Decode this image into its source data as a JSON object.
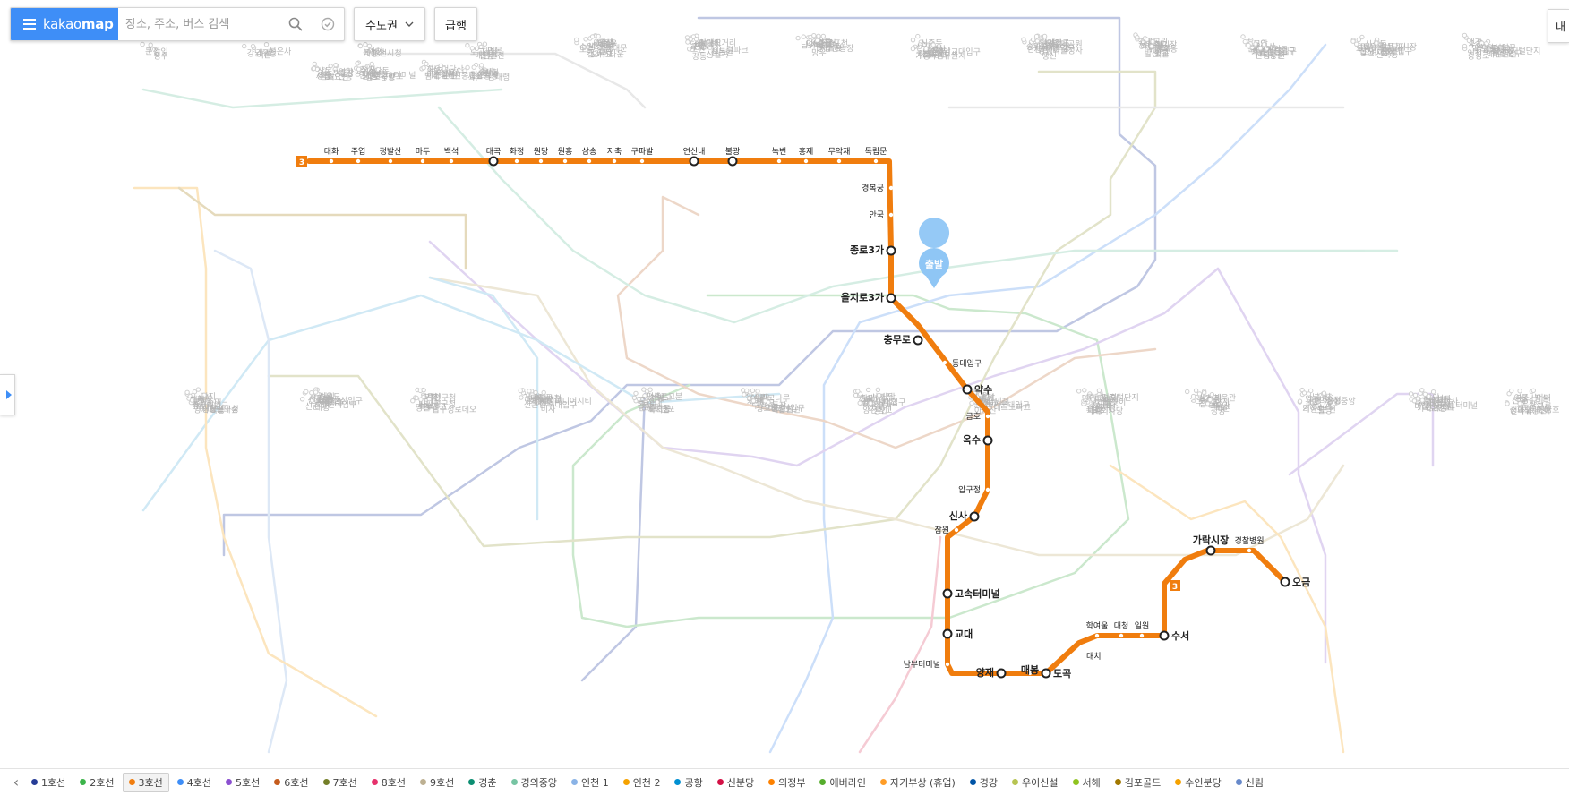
{
  "header": {
    "brand_name": "kakaomap",
    "search_placeholder": "장소, 주소, 버스 검색",
    "region_label": "수도권",
    "express_label": "급행",
    "right_tab_label": "내"
  },
  "colors": {
    "line3": "#f07d0e",
    "brand": "#3e8ef7"
  },
  "map": {
    "you_are_here_label": "출발",
    "line3_badge": "3",
    "line3_stations": [
      "대화",
      "주엽",
      "정발산",
      "마두",
      "백석",
      "대곡",
      "화정",
      "원당",
      "원흥",
      "삼송",
      "지축",
      "구파발",
      "연신내",
      "불광",
      "녹번",
      "홍제",
      "무악재",
      "독립문",
      "경복궁",
      "안국",
      "종로3가",
      "을지로3가",
      "충무로",
      "동대입구",
      "약수",
      "금호",
      "옥수",
      "압구정",
      "신사",
      "잠원",
      "고속터미널",
      "교대",
      "남부터미널",
      "양재",
      "매봉",
      "도곡",
      "대치",
      "학여울",
      "대청",
      "일원",
      "수서",
      "가락시장",
      "경찰병원",
      "오금"
    ],
    "other_labels": [
      "소요산",
      "동두천",
      "도봉산",
      "의정부",
      "회룡",
      "노원",
      "상계",
      "당고개",
      "창동",
      "쌍문",
      "수유",
      "미아",
      "길음",
      "성신여대입구",
      "한성대입구",
      "혜화",
      "동대문",
      "종로5가",
      "신설동",
      "제기동",
      "청량리",
      "회기",
      "중랑",
      "상봉",
      "망우",
      "구리",
      "도농",
      "양정",
      "덕소",
      "팔당",
      "운길산",
      "석계",
      "태릉입구",
      "화랑대",
      "봉화산",
      "신내",
      "먹골",
      "중화",
      "면목",
      "사가정",
      "용마산",
      "중곡",
      "군자",
      "아차산",
      "광나루",
      "천호",
      "강동",
      "길동",
      "굽은다리",
      "명일",
      "고덕",
      "상일동",
      "강일",
      "미사",
      "하남풍산",
      "하남시청",
      "하남검단산",
      "둔촌동",
      "올림픽공원",
      "방이",
      "개롱",
      "거여",
      "마천",
      "잠실",
      "석촌",
      "송파",
      "문정",
      "장지",
      "복정",
      "남위례",
      "산성",
      "남한산성입구",
      "단대오거리",
      "신흥",
      "수진",
      "모란",
      "종합운동장",
      "삼성",
      "선릉",
      "역삼",
      "강남",
      "신논현",
      "논현",
      "반포",
      "사평",
      "신반포",
      "구반포",
      "동작",
      "흑석",
      "노량진",
      "대방",
      "신길",
      "여의도",
      "영등포구청",
      "당산",
      "합정",
      "홍대입구",
      "신촌",
      "이대",
      "아현",
      "충정로",
      "시청",
      "서울역",
      "회현",
      "명동",
      "숙대입구",
      "삼각지",
      "용산",
      "이촌",
      "서빙고",
      "한남",
      "옥수",
      "응봉",
      "왕십리",
      "행당",
      "신금호",
      "청구",
      "신당",
      "동묘앞",
      "창신",
      "보문",
      "안암",
      "고려대",
      "월곡",
      "상월곡",
      "돌곶이",
      "태릉입구",
      "공덕",
      "마포",
      "애오개",
      "효창공원앞",
      "디지털미디어시티",
      "가좌",
      "수색",
      "화전",
      "강매",
      "행신",
      "능곡",
      "김포공항",
      "마곡나루",
      "발산",
      "우장산",
      "화곡",
      "까치산",
      "신정",
      "목동",
      "오목교",
      "양평",
      "영등포시장",
      "신도림",
      "구로",
      "대림",
      "가산디지털단지",
      "금천구청",
      "독산",
      "석수",
      "관악",
      "안양",
      "명학",
      "금정",
      "범계",
      "평촌",
      "인덕원",
      "정부과천청사",
      "과천",
      "대공원",
      "경마공원",
      "선바위",
      "남태령",
      "사당",
      "이수",
      "총신대입구",
      "낙성대",
      "서울대입구",
      "봉천",
      "신림",
      "신대방",
      "구로디지털단지",
      "부평",
      "부평구청",
      "굴포천",
      "삼산체육관",
      "상동",
      "부천시청",
      "신중동",
      "춘의",
      "부천종합운동장",
      "까치울",
      "온수",
      "오류동",
      "개봉",
      "구일",
      "역곡",
      "소사",
      "송내",
      "부개",
      "백운",
      "동암",
      "간석",
      "주안",
      "도화",
      "제물포",
      "도원",
      "동인천",
      "인천",
      "계양",
      "귤현",
      "박촌",
      "임학",
      "작전",
      "경인교대입구",
      "계산",
      "검암",
      "운서",
      "공항화물청사",
      "인천공항1터미널",
      "인천공항2터미널",
      "마곡",
      "송정",
      "개화",
      "방화",
      "양천향교",
      "가양",
      "증미",
      "등촌",
      "염창",
      "신목동",
      "선유도",
      "당산",
      "국회의사당",
      "샛강",
      "노들",
      "흑석",
      "구반포",
      "사평",
      "신논현",
      "언주",
      "삼성중앙",
      "봉은사",
      "석촌고분",
      "송파나루",
      "한성백제",
      "인천시청",
      "예술회관",
      "문학경기장",
      "선학",
      "신연수",
      "원인재",
      "동춘",
      "동막",
      "캠퍼스타운",
      "테크노파크",
      "지식정보단지",
      "인천대입구",
      "센트럴파크",
      "수원시청",
      "매탄권선",
      "망포",
      "영통",
      "청명",
      "상갈",
      "기흥",
      "신갈",
      "구성",
      "보정",
      "죽전",
      "오리",
      "미금",
      "정자",
      "수내",
      "서현",
      "이매",
      "야탑",
      "판교",
      "청계산입구",
      "양재시민의숲",
      "양재",
      "강남",
      "신사",
      "논현",
      "신논현",
      "학동",
      "강남구청",
      "압구정로데오",
      "서울숲",
      "뚝섬",
      "성수",
      "건대입구",
      "뚝섬유원지",
      "청담",
      "강남구청",
      "학동",
      "선정릉",
      "가락시장",
      "수서",
      "대모산입구",
      "개포동",
      "구룡",
      "도곡",
      "한티",
      "선릉",
      "대치",
      "학여울",
      "복정",
      "가천대",
      "태평",
      "신흥",
      "단대오거리",
      "남한산성입구",
      "산성",
      "남위례",
      "장지",
      "문정",
      "오금",
      "개롱",
      "거여",
      "마천",
      "동천",
      "수지구청",
      "성복",
      "상현",
      "광교중앙",
      "광교",
      "영통",
      "매탄권선",
      "장안",
      "북수원",
      "화서",
      "수원",
      "세류",
      "병점",
      "서동탄",
      "진위",
      "평택"
    ]
  },
  "legend": [
    {
      "label": "1호선",
      "color": "#263c96"
    },
    {
      "label": "2호선",
      "color": "#3cb44a"
    },
    {
      "label": "3호선",
      "color": "#f07d0e",
      "active": true
    },
    {
      "label": "4호선",
      "color": "#3e8ef7"
    },
    {
      "label": "5호선",
      "color": "#8b50d0"
    },
    {
      "label": "6호선",
      "color": "#c55c1d"
    },
    {
      "label": "7호선",
      "color": "#747f28"
    },
    {
      "label": "8호선",
      "color": "#e6316c"
    },
    {
      "label": "9호선",
      "color": "#bdb092"
    },
    {
      "label": "경춘",
      "color": "#0c8e72"
    },
    {
      "label": "경의중앙",
      "color": "#77c4a3"
    },
    {
      "label": "인천 1",
      "color": "#8ab3e6"
    },
    {
      "label": "인천 2",
      "color": "#f5a200"
    },
    {
      "label": "공항",
      "color": "#0090d2"
    },
    {
      "label": "신분당",
      "color": "#d31145"
    },
    {
      "label": "의정부",
      "color": "#fd8100"
    },
    {
      "label": "에버라인",
      "color": "#56ad2d"
    },
    {
      "label": "자기부상 (휴업)",
      "color": "#ff9d27"
    },
    {
      "label": "경강",
      "color": "#0054a6"
    },
    {
      "label": "우이신설",
      "color": "#b7c452"
    },
    {
      "label": "서해",
      "color": "#8fc31f"
    },
    {
      "label": "김포골드",
      "color": "#a17800"
    },
    {
      "label": "수인분당",
      "color": "#f5a200"
    },
    {
      "label": "신림",
      "color": "#6789ca"
    }
  ]
}
